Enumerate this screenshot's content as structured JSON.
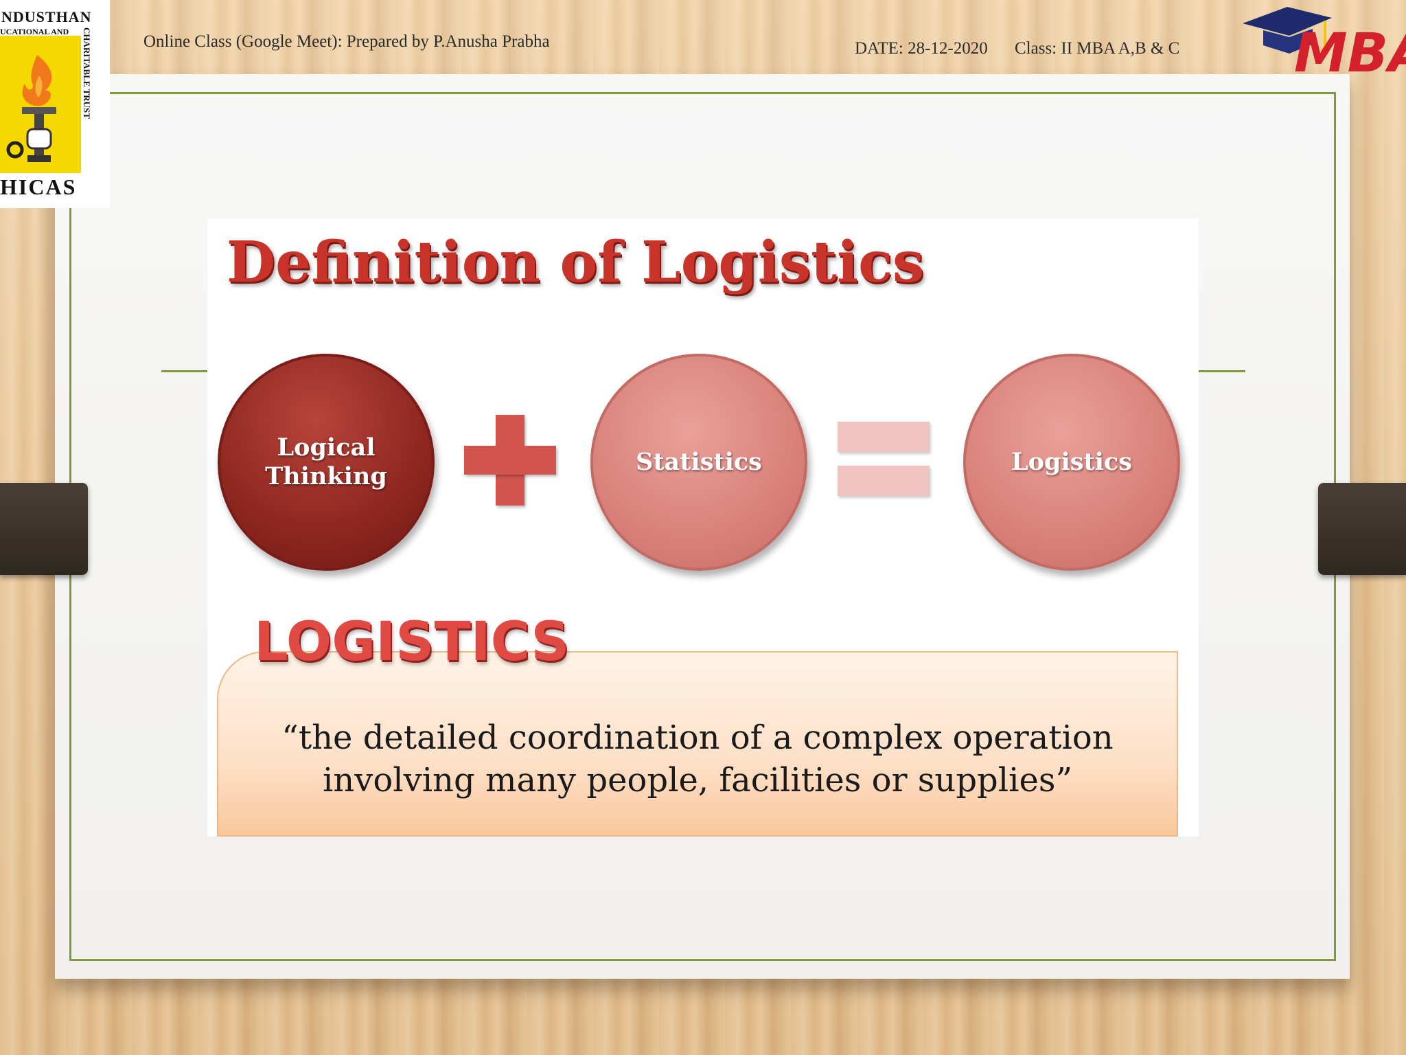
{
  "header": {
    "left_text": "Online Class (Google Meet): Prepared by P.Anusha Prabha",
    "date_text": "DATE: 28-12-2020",
    "class_text": "Class: II MBA A,B & C"
  },
  "logo_left": {
    "line1": "NDUSTHAN",
    "line2": "UCATIONAL AND",
    "line3": "CHARITABLE TRUST",
    "line4": "HICAS"
  },
  "logo_right": {
    "text": "MBA",
    "icon": "graduation-cap-icon"
  },
  "slide": {
    "title": "Definition of Logistics",
    "equation": {
      "term1": "Logical Thinking",
      "operator1": "+",
      "term2": "Statistics",
      "operator2": "=",
      "result": "Logistics"
    },
    "definition_label": "LOGISTICS",
    "definition_text": "“the detailed coordination of a complex operation involving many people, facilities or supplies”"
  },
  "colors": {
    "frame": "#7f9a3c",
    "title_red": "#c8332a",
    "dark_circle": "#8d2620",
    "light_circle": "#d87e78",
    "plus": "#d1554d",
    "equals": "#eec3c0",
    "definition_fill": "#fde0c8"
  }
}
